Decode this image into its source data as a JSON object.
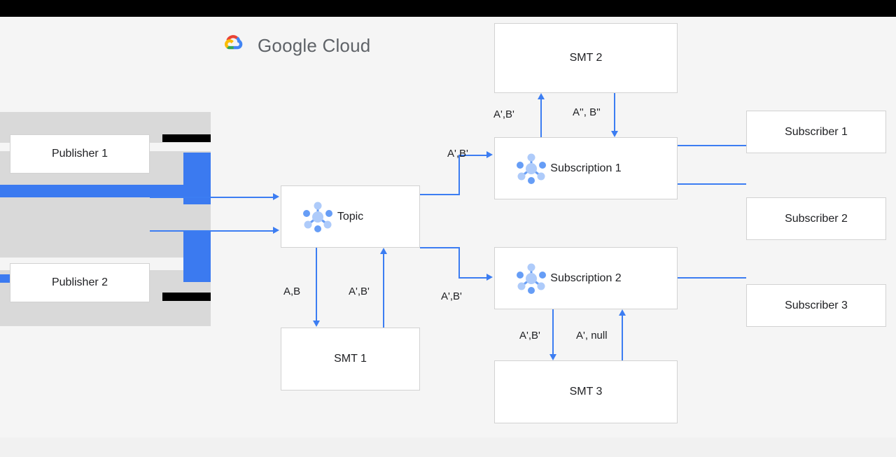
{
  "brand": {
    "name_google": "Google",
    "name_cloud": "Cloud",
    "logo_colors": {
      "red": "#EA4335",
      "yellow": "#FBBC04",
      "green": "#34A853",
      "blue": "#4285F4"
    },
    "wordmark_color": "#5F6368"
  },
  "theme": {
    "canvas_bg": "#F5F5F5",
    "page_bg": "#F1F1F1",
    "topbar": "#000000",
    "connector_blue": "#3C7DF2",
    "node_bg": "#FFFFFF",
    "node_border": "#D2D2D2",
    "text": "#202124",
    "icon_light": "#AECBFA",
    "icon_mid": "#669DF6"
  },
  "nodes": {
    "publisher1": "Publisher 1",
    "publisher2": "Publisher 2",
    "topic": "Topic",
    "smt1": "SMT 1",
    "smt2": "SMT 2",
    "smt3": "SMT 3",
    "subscription1": "Subscription 1",
    "subscription2": "Subscription 2",
    "subscriber1": "Subscriber 1",
    "subscriber2": "Subscriber 2",
    "subscriber3": "Subscriber 3"
  },
  "edge_labels": {
    "topic_to_smt1": "A,B",
    "smt1_to_topic": "A',B'",
    "topic_to_sub1": "A',B'",
    "topic_to_sub2": "A',B'",
    "sub1_to_smt2": "A',B'",
    "smt2_to_sub1": "A'', B''",
    "sub2_to_smt3": "A',B'",
    "smt3_to_sub2": "A', null"
  },
  "icons": {
    "pubsub": "pubsub-hub-icon",
    "cloud": "google-cloud-logo-icon"
  }
}
